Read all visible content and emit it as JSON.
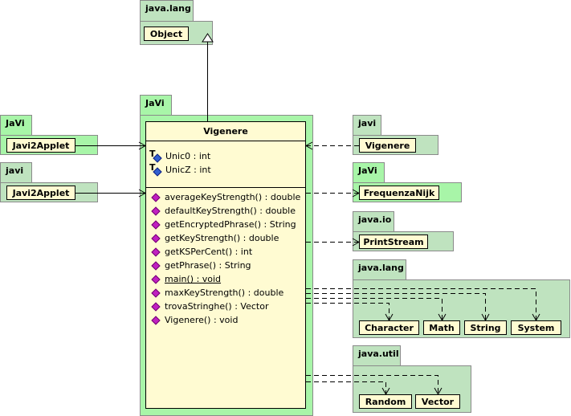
{
  "packages": {
    "java_lang_top": {
      "name": "java.lang",
      "classes": [
        "Object"
      ]
    },
    "javi_main": {
      "name": "JaVi",
      "class": "Vigenere"
    },
    "javi_applet_1": {
      "name": "JaVi",
      "classes": [
        "Javi2Applet"
      ]
    },
    "javi_applet_2": {
      "name": "javi",
      "classes": [
        "Javi2Applet"
      ]
    },
    "javi_vigenere": {
      "name": "javi",
      "classes": [
        "Vigenere"
      ]
    },
    "javi_freq": {
      "name": "JaVi",
      "classes": [
        "FrequenzaNijk"
      ]
    },
    "java_io": {
      "name": "java.io",
      "classes": [
        "PrintStream"
      ]
    },
    "java_lang_right": {
      "name": "java.lang",
      "classes": [
        "Character",
        "Math",
        "String",
        "System"
      ]
    },
    "java_util": {
      "name": "java.util",
      "classes": [
        "Random",
        "Vector"
      ]
    }
  },
  "vigenere": {
    "title": "Vigenere",
    "fields": [
      "Unic0 : int",
      "UnicZ : int"
    ],
    "methods": [
      "averageKeyStrength() : double",
      "defaultKeyStrength() : double",
      "getEncryptedPhrase() : String",
      "getKeyStrength() : double",
      "getKSPerCent() : int",
      "getPhrase() : String",
      "main() : void",
      "maxKeyStrength() : double",
      "trovaStringhe() : Vector",
      "Vigenere() : void"
    ]
  },
  "colors": {
    "package_light": "#bfe3bf",
    "package_bright": "#a8f5a8",
    "class_fill": "#fffbd2",
    "method_icon": "#c020c0",
    "field_icon": "#3060d0"
  }
}
